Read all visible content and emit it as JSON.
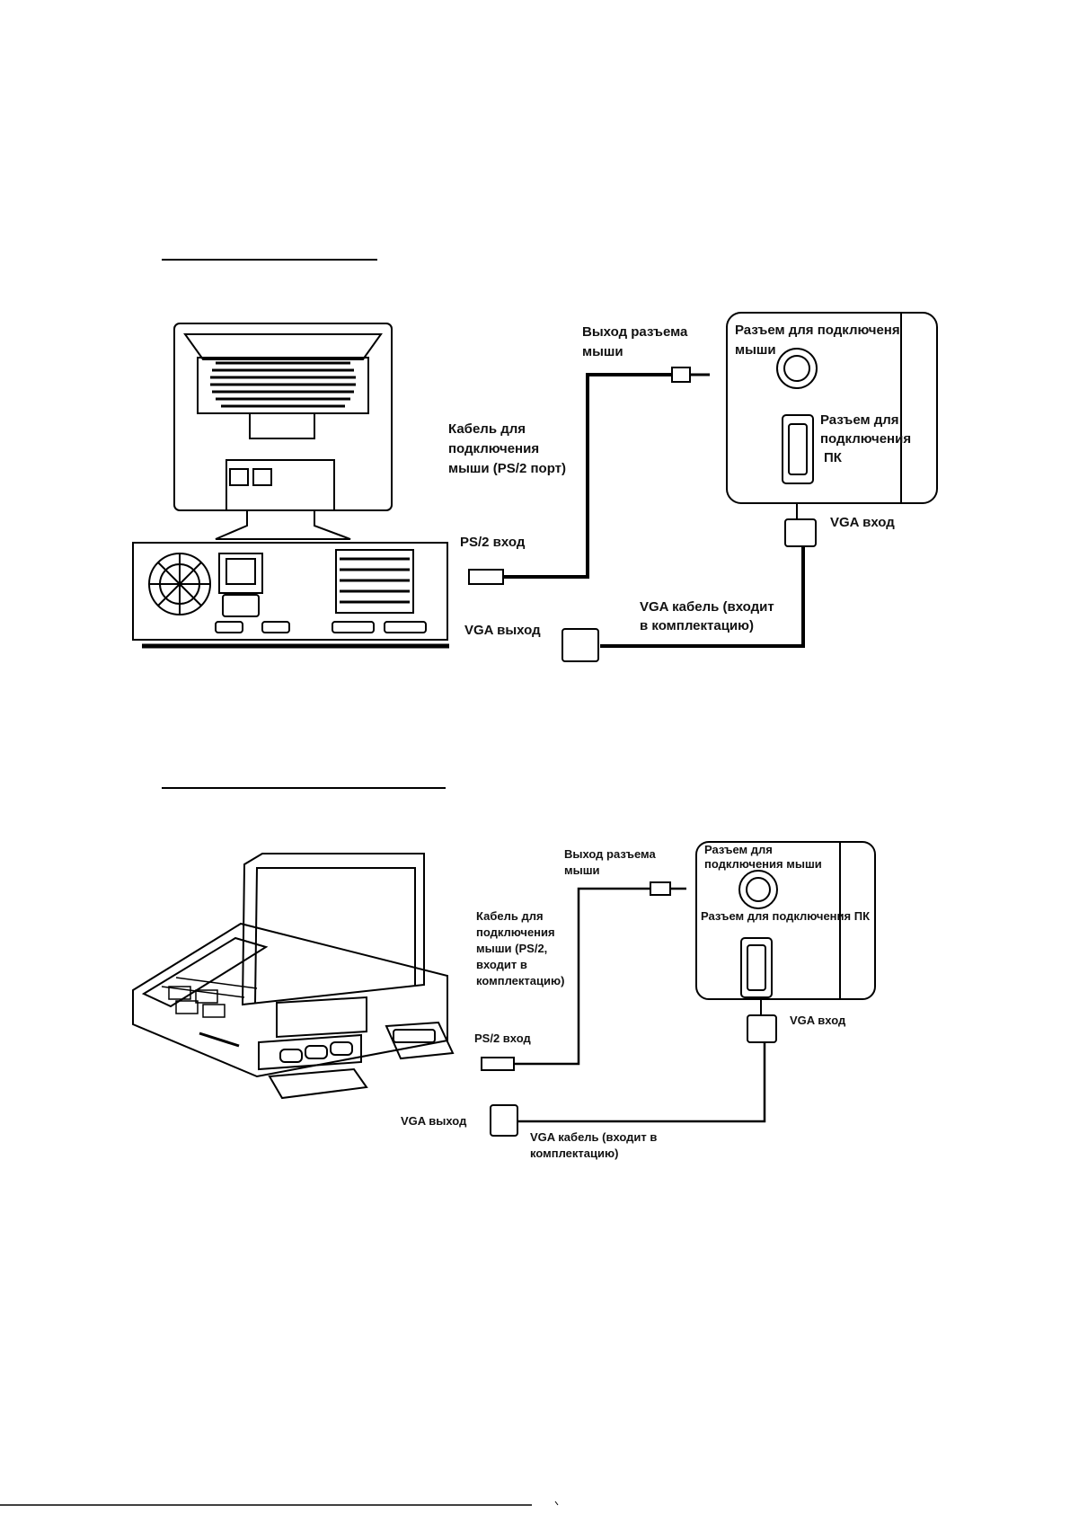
{
  "diagram1": {
    "mouse_out": [
      "Выход разъема",
      "мыши"
    ],
    "mouse_port": [
      "Разъем для подключеня",
      "мыши"
    ],
    "pc_port": [
      "Разъем для",
      "подключения",
      "ПК"
    ],
    "mouse_cable": [
      "Кабель для",
      "подключения",
      "мыши (PS/2 порт)"
    ],
    "ps2_in": "PS/2 вход",
    "vga_in": "VGA вход",
    "vga_cable": [
      "VGA кабель (входит",
      "в комплектацию)"
    ],
    "vga_out": "VGA выход"
  },
  "diagram2": {
    "mouse_out": [
      "Выход разъема",
      "мыши"
    ],
    "mouse_port": [
      "Разъем для",
      "подключения мыши"
    ],
    "pc_port": "Разъем для подключения ПК",
    "mouse_cable": [
      "Кабель для",
      "подключения",
      "мыши (PS/2,",
      "входит в",
      "комплектацию)"
    ],
    "ps2_in": "PS/2 вход",
    "vga_in": "VGA вход",
    "vga_out": "VGA выход",
    "vga_cable": [
      "VGA кабель (входит в",
      "комплектацию)"
    ]
  }
}
